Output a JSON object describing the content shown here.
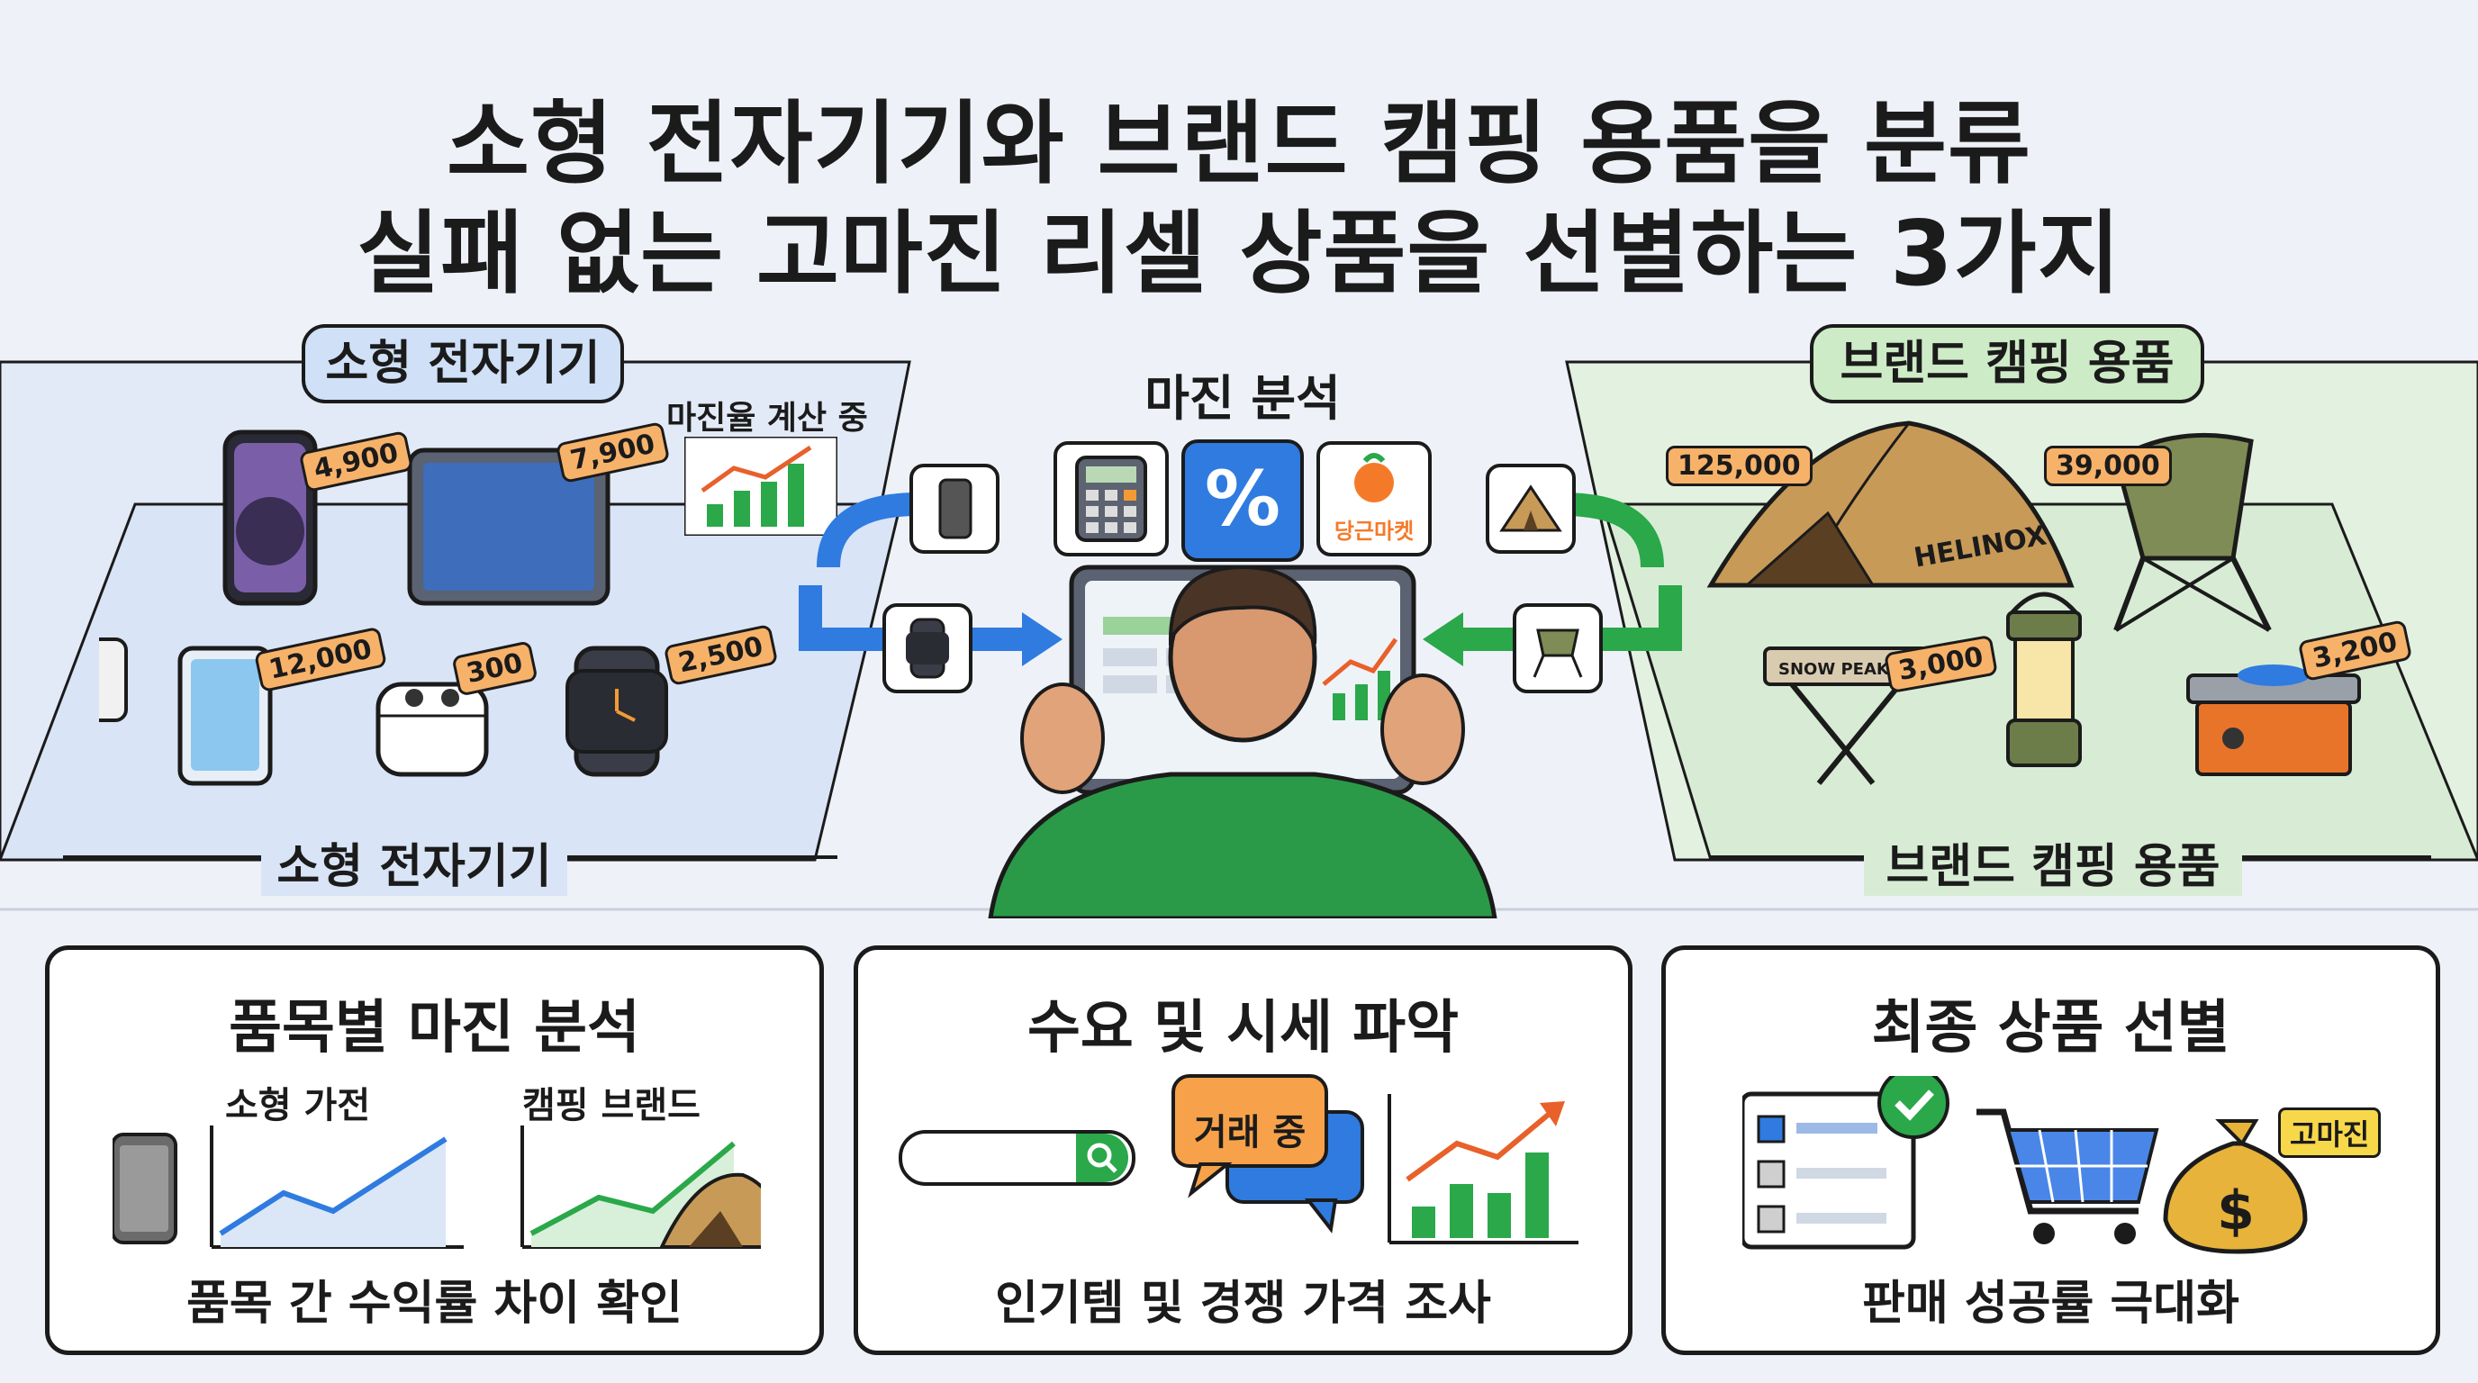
{
  "header": {
    "line1": "소형 전자기기와 브랜드 캠핑 용품을 분류",
    "line2": "실패 없는 고마진 리셀 상품을 선별하는 3가지"
  },
  "left_panel": {
    "label": "소형 전자기기",
    "footer": "소형 전자기기",
    "calc_note": "마진율 계산 중",
    "tags": [
      "4,900",
      "7,900",
      "12,000",
      "300",
      "2,500"
    ]
  },
  "center": {
    "title": "마진 분석",
    "carrot_label": "당근마켓"
  },
  "right_panel": {
    "label": "브랜드 캠핑 용품",
    "footer": "브랜드 캠핑 용품",
    "tags": [
      "125,000",
      "39,000",
      "3,000",
      "3,200"
    ],
    "tent_brand": "HELINOX",
    "table_brand": "SNOW PEAK"
  },
  "cards": [
    {
      "title": "품목별 마진 분석",
      "sub_left": "소형 가전",
      "sub_right": "캠핑 브랜드",
      "caption": "품목 간 수익률 차이 확인"
    },
    {
      "title": "수요 및 시세 파악",
      "bubble": "거래 중",
      "caption": "인기템 및 경쟁 가격 조사"
    },
    {
      "title": "최종 상품 선별",
      "money_tag": "고마진",
      "caption": "판매 성공률 극대화"
    }
  ],
  "colors": {
    "blue": "#2f7be0",
    "green": "#2aa84a",
    "orange_tag": "#f7b26a",
    "shirt": "#2a9a48"
  }
}
